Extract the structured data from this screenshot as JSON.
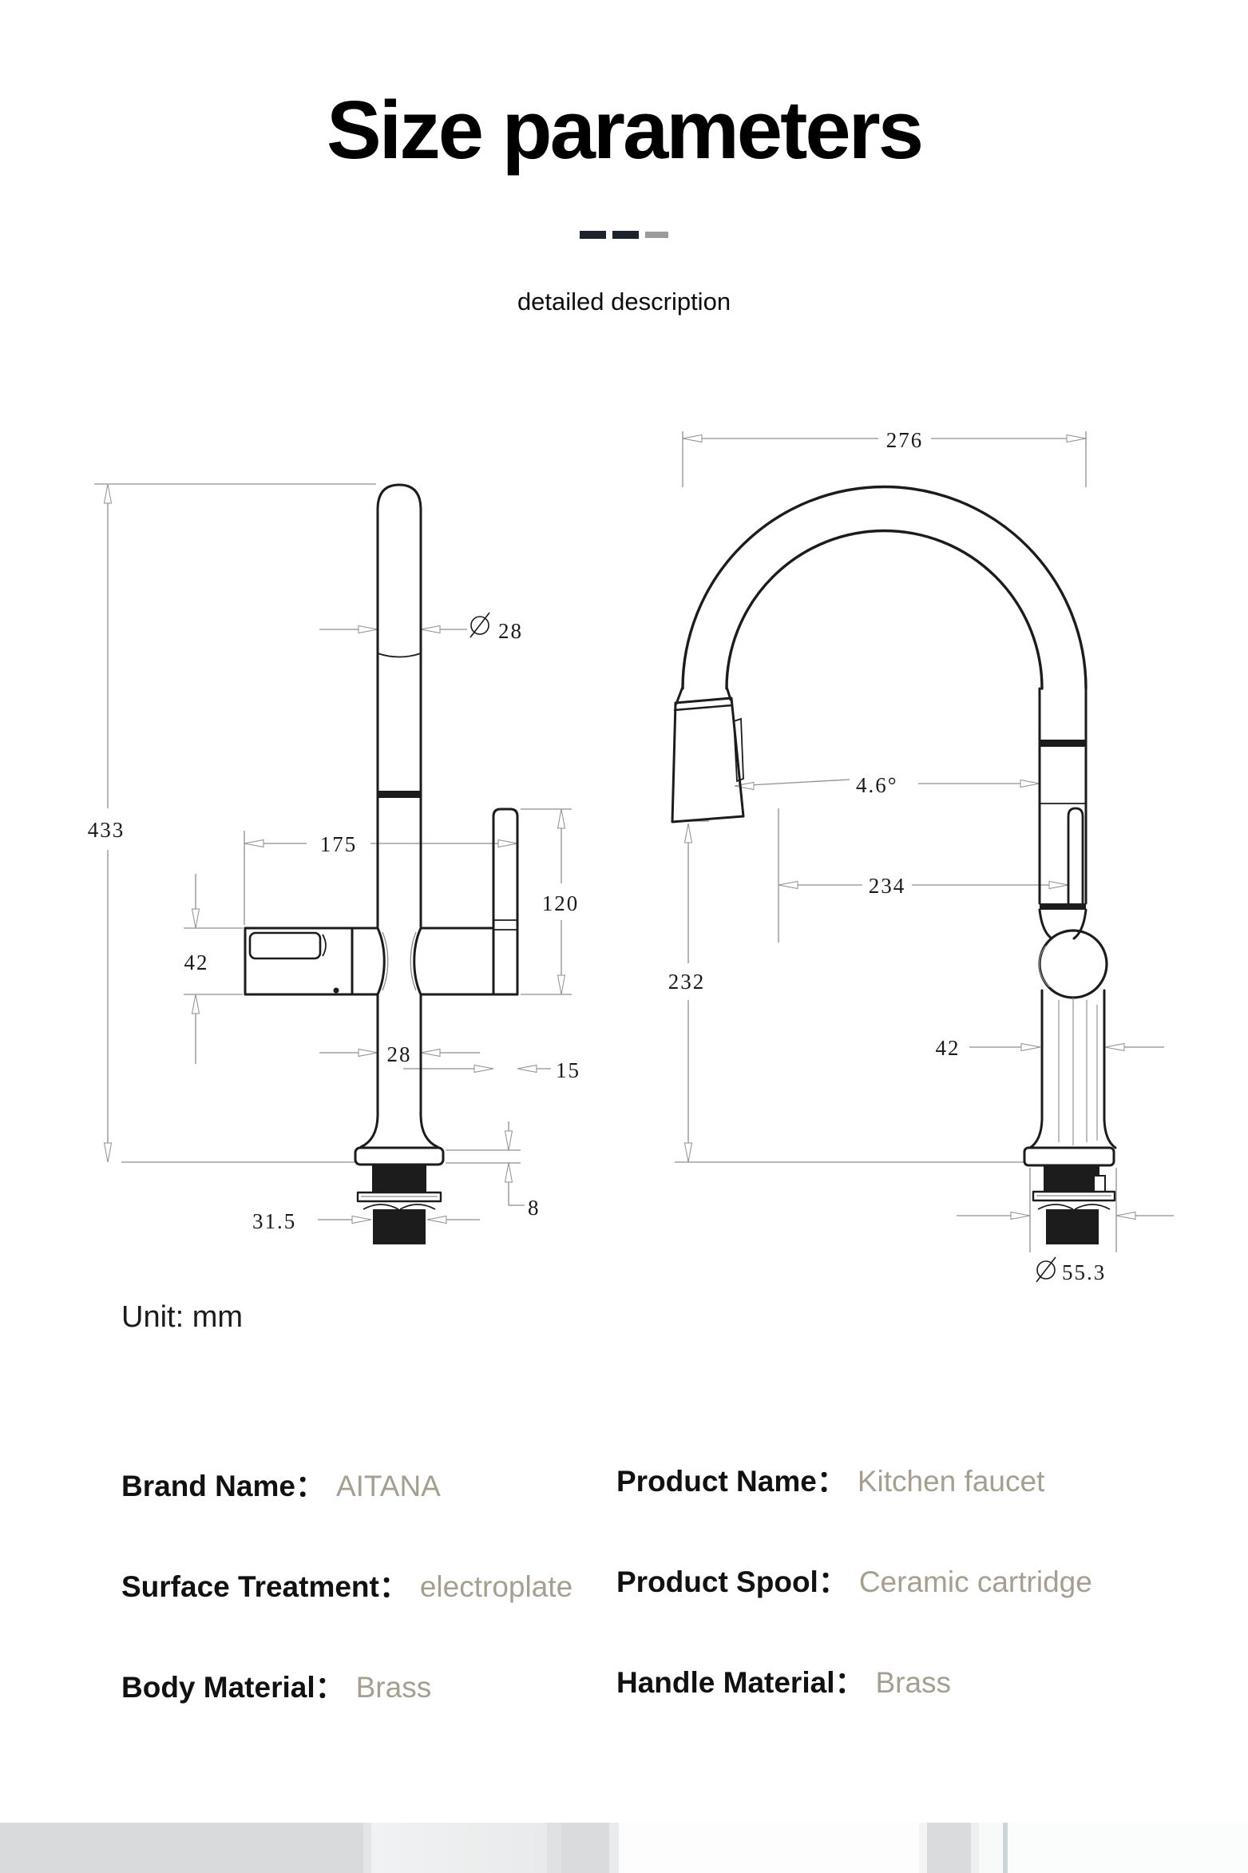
{
  "header": {
    "title": "Size parameters",
    "subtitle": "detailed description"
  },
  "divider_colors": {
    "dark": "#1d222c",
    "gray": "#9b9b9b"
  },
  "unit_label": "Unit: mm",
  "front_view": {
    "overall_height": "433",
    "spout_diameter": "28",
    "handle_reach": "175",
    "holder_height": "120",
    "handle_height": "42",
    "pipe_width": "28",
    "holder_width": "15",
    "shank_width": "31.5",
    "flange_thickness": "8"
  },
  "side_view": {
    "overall_width": "276",
    "head_angle": "4.6°",
    "reach": "234",
    "spout_height": "232",
    "body_width": "42",
    "base_diameter": "55.3"
  },
  "specs": {
    "left": [
      {
        "label": "Brand Name：",
        "value": "AITANA"
      },
      {
        "label": "Surface Treatment：",
        "value": "electroplate"
      },
      {
        "label": "Body Material：",
        "value": "Brass"
      }
    ],
    "right": [
      {
        "label": "Product Name：",
        "value": "Kitchen faucet"
      },
      {
        "label": "Product Spool：",
        "value": "Ceramic cartridge"
      },
      {
        "label": "Handle Material：",
        "value": "Brass"
      }
    ]
  },
  "value_color": "#a49f91"
}
